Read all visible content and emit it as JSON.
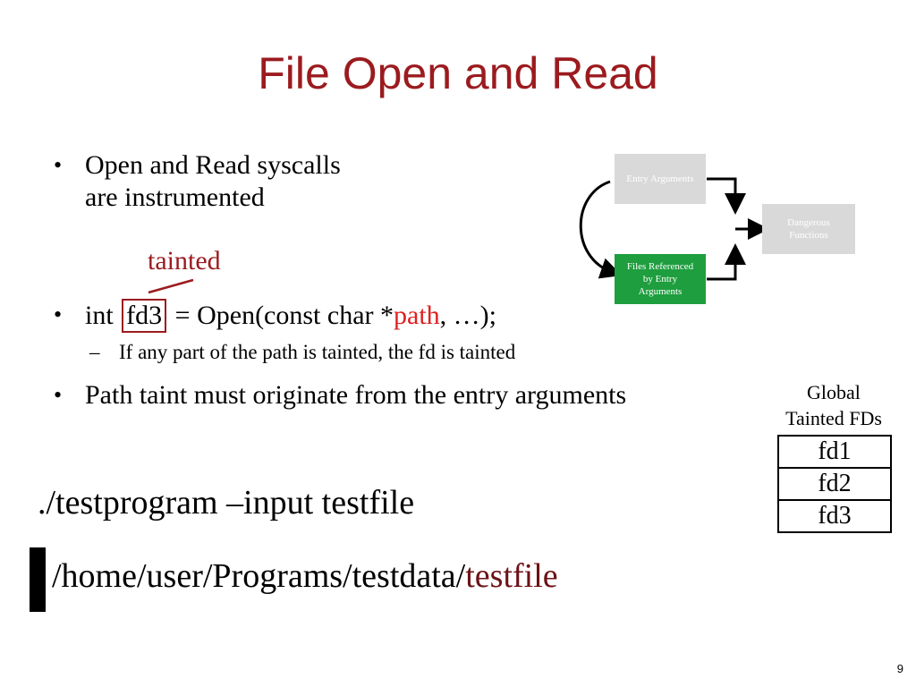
{
  "slide": {
    "title": "File Open and Read",
    "page_number": "9"
  },
  "bullets": {
    "b1_line1": "Open and Read syscalls",
    "b1_line2": "are instrumented",
    "tainted_label": "tainted",
    "b2_pre": "int ",
    "b2_fd3": "fd3",
    "b2_mid": " = Open(const char *",
    "b2_path": "path",
    "b2_post": ", …);",
    "b2_sub": "If any part of the path is tainted, the fd is tainted",
    "b3": "Path taint must originate from the entry arguments",
    "bullet_glyph": "•",
    "dash_glyph": "–"
  },
  "diagram": {
    "entry_arguments": "Entry Arguments",
    "files_referenced_line1": "Files Referenced",
    "files_referenced_line2": "by Entry",
    "files_referenced_line3": "Arguments",
    "dangerous_line1": "Dangerous",
    "dangerous_line2": "Functions"
  },
  "global_fds": {
    "title_line1": "Global",
    "title_line2": "Tainted FDs",
    "items": [
      "fd1",
      "fd2",
      "fd3"
    ]
  },
  "command": {
    "line": "./testprogram –input testfile",
    "path_prefix": "/home/user/Programs/testdata/",
    "path_file": "testfile"
  },
  "colors": {
    "title": "#9b1b1f",
    "taint_red": "#e02020",
    "green_box": "#1e9e3e",
    "gray_box": "#d9d9d9"
  }
}
